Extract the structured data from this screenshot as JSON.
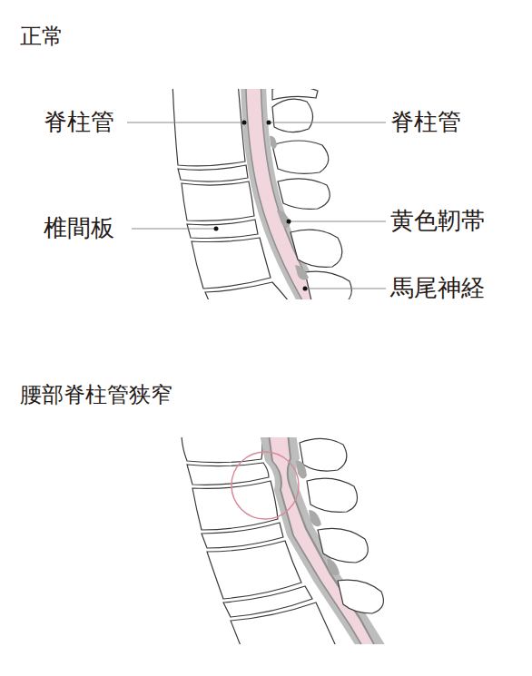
{
  "diagram": {
    "labels": [
      "正常",
      "脊柱管",
      "脊柱管",
      "椎間板",
      "黄色靭帯",
      "馬尾神経",
      "腰部脊柱管狭窄"
    ]
  }
}
